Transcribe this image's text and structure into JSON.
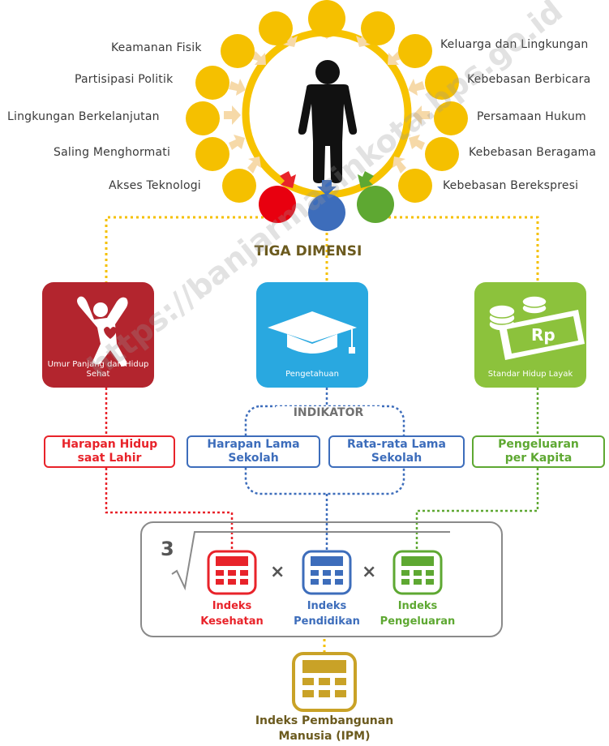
{
  "left_labels": [
    "Keamanan Fisik",
    "Partisipasi Politik",
    "Lingkungan Berkelanjutan",
    "Saling Menghormati",
    "Akses Teknologi"
  ],
  "right_labels": [
    "Keluarga dan Lingkungan",
    "Kebebasan Berbicara",
    "Persamaan Hukum",
    "Kebebasan Beragama",
    "Kebebasan Berekspresi"
  ],
  "section_title": "TIGA DIMENSI",
  "dimensions": [
    {
      "caption": "Umur Panjang dan Hidup Sehat",
      "color": "#b3252e",
      "icon": "person-heart-icon"
    },
    {
      "caption": "Pengetahuan",
      "color": "#29a8e0",
      "icon": "graduation-cap-icon"
    },
    {
      "caption": "Standar Hidup Layak",
      "color": "#8cc23c",
      "icon": "money-icon"
    }
  ],
  "indicator_heading": "INDIKATOR",
  "indicators": [
    {
      "text": "Harapan Hidup saat Lahir",
      "line1": "Harapan Hidup",
      "line2": "saat Lahir",
      "color": "#e8232a"
    },
    {
      "text": "Harapan Lama Sekolah",
      "line1": "Harapan Lama",
      "line2": "Sekolah",
      "color": "#3d6dbb"
    },
    {
      "text": "Rata-rata Lama Sekolah",
      "line1": "Rata-rata Lama",
      "line2": "Sekolah",
      "color": "#3d6dbb"
    },
    {
      "text": "Pengeluaran per Kapita",
      "line1": "Pengeluaran",
      "line2": "per Kapita",
      "color": "#5ea832"
    }
  ],
  "root_index": "3",
  "operator": "×",
  "indices": [
    {
      "line1": "Indeks",
      "line2": "Kesehatan",
      "color": "#e8232a"
    },
    {
      "line1": "Indeks",
      "line2": "Pendidikan",
      "color": "#3d6dbb"
    },
    {
      "line1": "Indeks",
      "line2": "Pengeluaran",
      "color": "#5ea832"
    }
  ],
  "ipm": {
    "line1": "Indeks Pembangunan",
    "line2": "Manusia (IPM)",
    "color": "#c9a227"
  },
  "watermark": "https://banjarmasinkota.bps.go.id",
  "colors": {
    "gold": "#f5c000",
    "ring": "#f7c300",
    "arrow": "#f6d9a8"
  }
}
